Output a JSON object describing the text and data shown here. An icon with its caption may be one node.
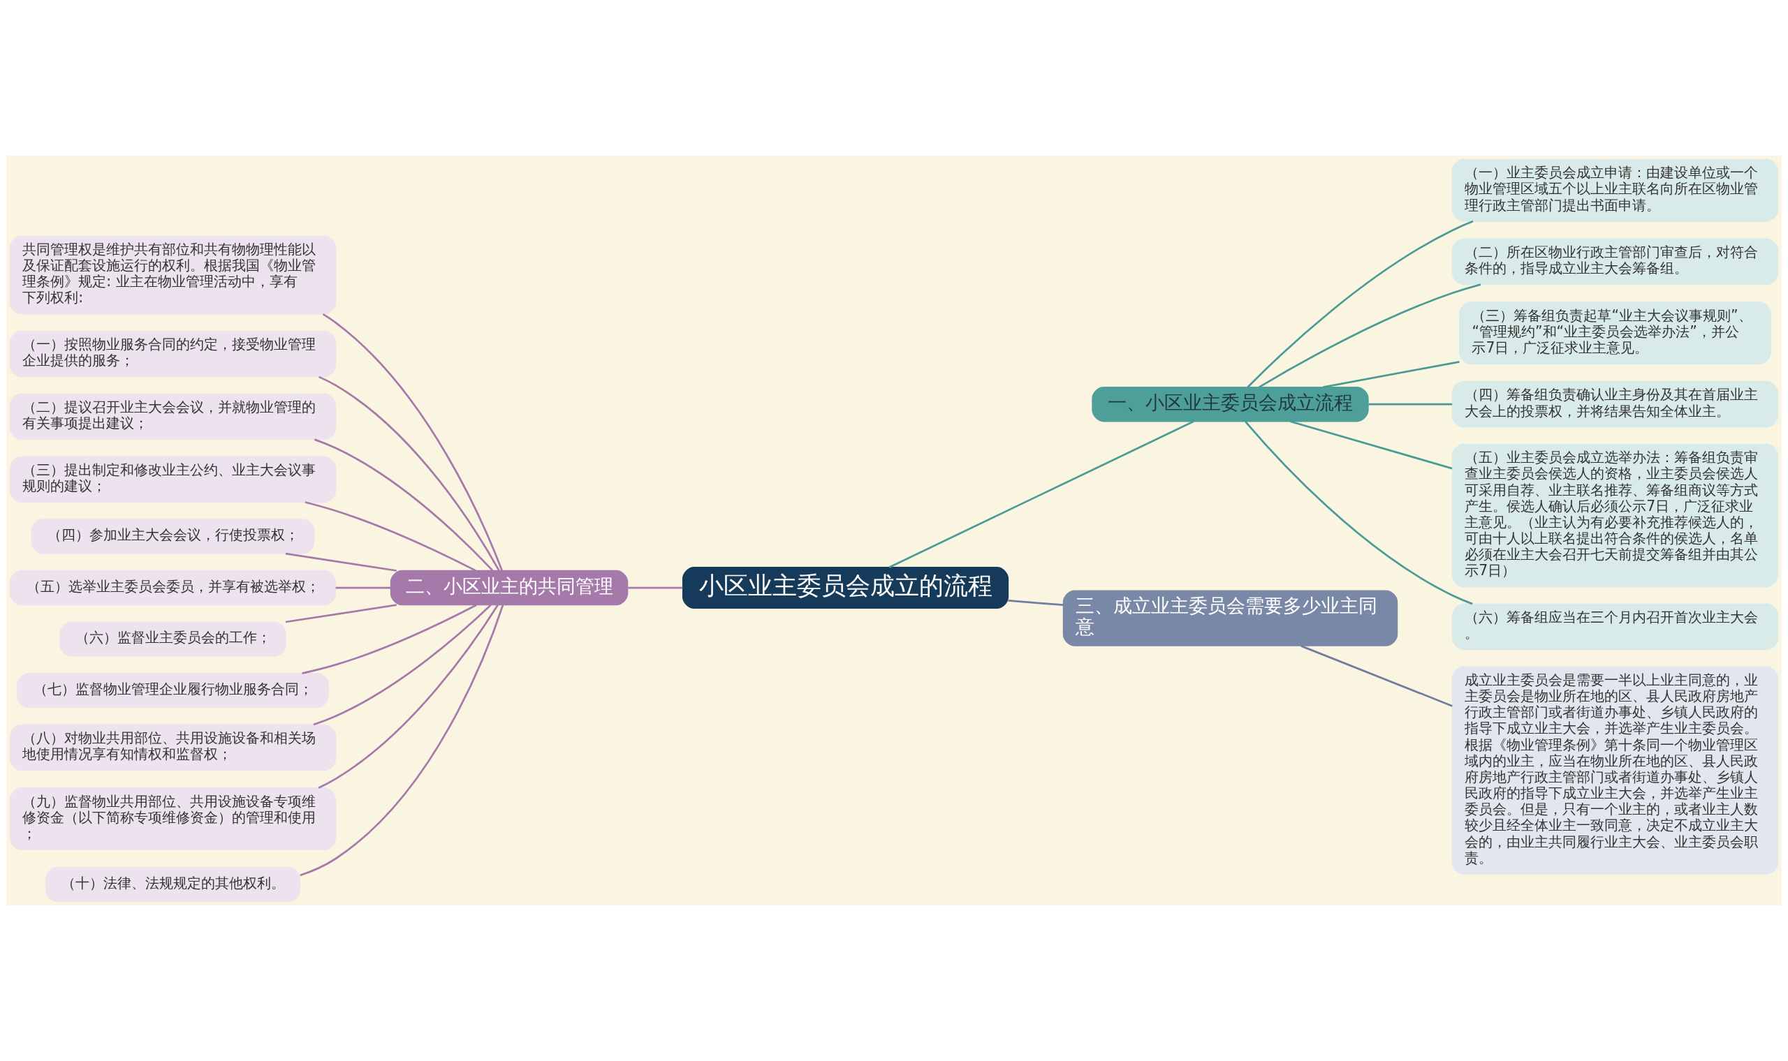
{
  "diagram": {
    "nodes": [
      {
        "text": [
          "小区业主委员会成立的流程"
        ]
      },
      {
        "text": [
          "一、小区业主委员会成立流程"
        ]
      },
      {
        "text": [
          "（一）业主委员会成立申请：由建设单位或一个物业管理区域五个以上业主联名向所在区物业管理行政主管部门提出书面申请。"
        ]
      },
      {
        "text": [
          "（二）所在区物业行政主管部门审查后，对符合条件的，指导成立业主大会筹备组。"
        ]
      },
      {
        "text": [
          "（三）筹备组负责起草“业主大会议事规则”、“管理规约”和“业主委员会选举办法”，并公示7日，广泛征求业主意见。"
        ]
      },
      {
        "text": [
          "（四）筹备组负责确认业主身份及其在首届业主大会上的投票权，并将结果告知全体业主。"
        ]
      },
      {
        "text": [
          "（五）业主委员会成立选举办法：筹备组负责审查业主委员会侯选人的资格，业主委员会侯选人可采用自荐、业主联名推荐、筹备组商议等方式产生。侯选人确认后必须公示7日，广泛征求业主意见。（业主认为有必要补充推荐候选人的，可由十人以上联名提出符合条件的侯选人，名单必须在业主大会召开七天前提交筹备组并由其公示7日）"
        ]
      },
      {
        "text": [
          "（六）筹备组应当在三个月内召开首次业主大会。"
        ]
      },
      {
        "text": [
          "三、成立业主委员会需要多少业主同意"
        ]
      },
      {
        "text": [
          "成立业主委员会是需要一半以上业主同意的，业主委员会是物业所在地的区、县人民政府房地产行政主管部门或者街道办事处、乡镇人民政府的指导下成立业主大会，并选举产生业主委员会。根据《物业管理条例》第十条同一个物业管理区域内的业主，应当在物业所在地的区、县人民政府房地产行政主管部门或者街道办事处、乡镇人民政府的指导下成立业主大会，并选举产生业主委员会。但是，只有一个业主的，或者业主人数较少且经全体业主一致同意，决定不成立业主大会的，由业主共同履行业主大会、业主委员会职责。"
        ]
      },
      {
        "text": [
          "二、小区业主的共同管理"
        ]
      },
      {
        "text": [
          "共同管理权是维护共有部位和共有物物理性能以及保证配套设施运行的权利。根据我国《物业管理条例》规定: 业主在物业管理活动中，享有下列权利:"
        ]
      },
      {
        "text": [
          "（一）按照物业服务合同的约定，接受物业管理企业提供的服务；"
        ]
      },
      {
        "text": [
          "（二）提议召开业主大会会议，并就物业管理的有关事项提出建议；"
        ]
      },
      {
        "text": [
          "（三）提出制定和修改业主公约、业主大会议事规则的建议；"
        ]
      },
      {
        "text": [
          "（四）参加业主大会会议，行使投票权；"
        ]
      },
      {
        "text": [
          "（五）选举业主委员会委员，并享有被选举权；"
        ]
      },
      {
        "text": [
          "（六）监督业主委员会的工作；"
        ]
      },
      {
        "text": [
          "（七）监督物业管理企业履行物业服务合同；"
        ]
      },
      {
        "text": [
          "（八）对物业共用部位、共用设施设备和相关场地使用情况享有知情权和监督权；"
        ]
      },
      {
        "text": [
          "（九）监督物业共用部位、共用设施设备专项维修资金（以下简称专项维修资金）的管理和使用；"
        ]
      },
      {
        "text": [
          "（十）法律、法规规定的其他权利。"
        ]
      }
    ],
    "edges": [
      {
        "from": 0,
        "to": 1,
        "arrow": "none",
        "color": "#4a9a96"
      },
      {
        "from": 1,
        "to": 2,
        "arrow": "none",
        "color": "#4a9a96"
      },
      {
        "from": 1,
        "to": 3,
        "arrow": "none",
        "color": "#4a9a96"
      },
      {
        "from": 1,
        "to": 4,
        "arrow": "none",
        "color": "#4a9a96"
      },
      {
        "from": 1,
        "to": 5,
        "arrow": "none",
        "color": "#4a9a96"
      },
      {
        "from": 1,
        "to": 6,
        "arrow": "none",
        "color": "#4a9a96"
      },
      {
        "from": 1,
        "to": 7,
        "arrow": "none",
        "color": "#4a9a96"
      },
      {
        "from": 0,
        "to": 8,
        "arrow": "none",
        "color": "#6f7d9e"
      },
      {
        "from": 8,
        "to": 9,
        "arrow": "none",
        "color": "#6f7d9e"
      },
      {
        "from": 0,
        "to": 10,
        "arrow": "none"
      },
      {
        "from": 10,
        "to": 11,
        "arrow": "none"
      },
      {
        "from": 10,
        "to": 12,
        "arrow": "none"
      },
      {
        "from": 10,
        "to": 13,
        "arrow": "none"
      },
      {
        "from": 10,
        "to": 14,
        "arrow": "none"
      },
      {
        "from": 10,
        "to": 15,
        "arrow": "none"
      },
      {
        "from": 10,
        "to": 16,
        "arrow": "none"
      },
      {
        "from": 10,
        "to": 17,
        "arrow": "none"
      },
      {
        "from": 10,
        "to": 18,
        "arrow": "none"
      },
      {
        "from": 10,
        "to": 19,
        "arrow": "none"
      },
      {
        "from": 10,
        "to": 20,
        "arrow": "none"
      },
      {
        "from": 10,
        "to": 21,
        "arrow": "none"
      }
    ]
  }
}
